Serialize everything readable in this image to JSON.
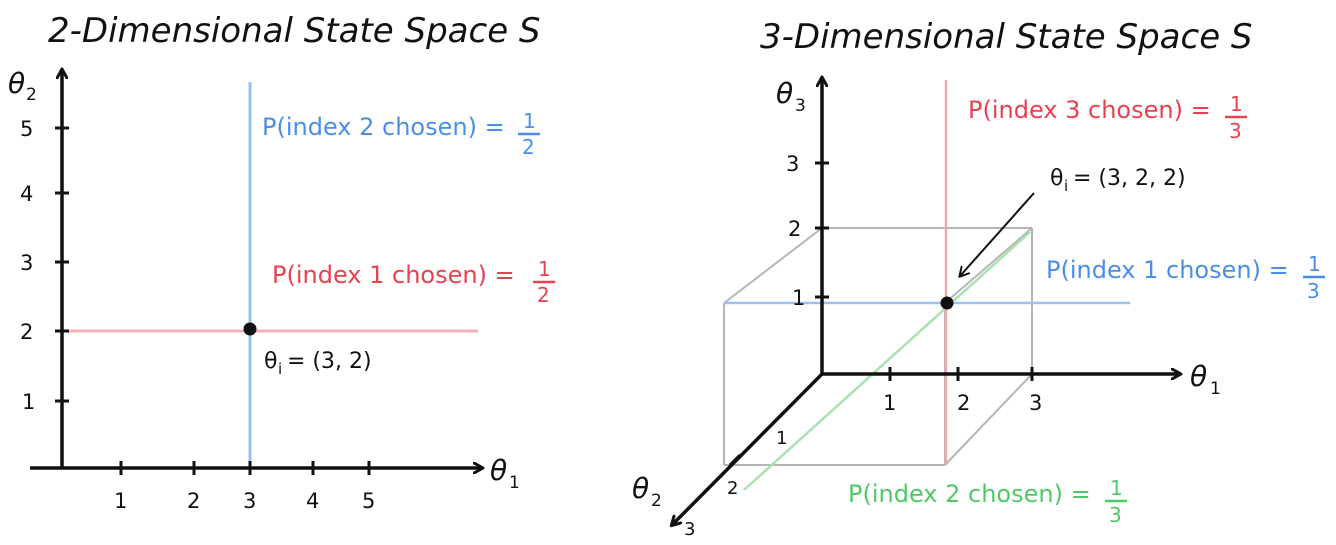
{
  "left": {
    "title": "2-Dimensional State Space S",
    "x_axis_label": "θ",
    "x_axis_sub": "1",
    "y_axis_label": "θ",
    "y_axis_sub": "2",
    "x_ticks": [
      "1",
      "2",
      "3",
      "4",
      "5"
    ],
    "y_ticks": [
      "1",
      "2",
      "3",
      "4",
      "5"
    ],
    "point_label": "θ",
    "point_label_sub": "i",
    "point_value": "= (3, 2)",
    "prob_index2": {
      "text": "P(index 2 chosen) =",
      "num": "1",
      "den": "2",
      "color": "#4a8ee8"
    },
    "prob_index1": {
      "text": "P(index 1 chosen) =",
      "num": "1",
      "den": "2",
      "color": "#e8414f"
    }
  },
  "right": {
    "title": "3-Dimensional State Space S",
    "x_axis_label": "θ",
    "x_axis_sub": "1",
    "y_axis_label": "θ",
    "y_axis_sub": "2",
    "z_axis_label": "θ",
    "z_axis_sub": "3",
    "x_ticks": [
      "1",
      "2",
      "3"
    ],
    "y_ticks": [
      "1",
      "2",
      "3"
    ],
    "z_ticks": [
      "1",
      "2",
      "3"
    ],
    "point_label": "θ",
    "point_label_sub": "i",
    "point_value": "= (3, 2, 2)",
    "prob_index3": {
      "text": "P(index 3 chosen) =",
      "num": "1",
      "den": "3",
      "color": "#e8414f"
    },
    "prob_index1": {
      "text": "P(index 1 chosen) =",
      "num": "1",
      "den": "3",
      "color": "#4a8ee8"
    },
    "prob_index2": {
      "text": "P(index 2 chosen) =",
      "num": "1",
      "den": "3",
      "color": "#4fc967"
    }
  }
}
